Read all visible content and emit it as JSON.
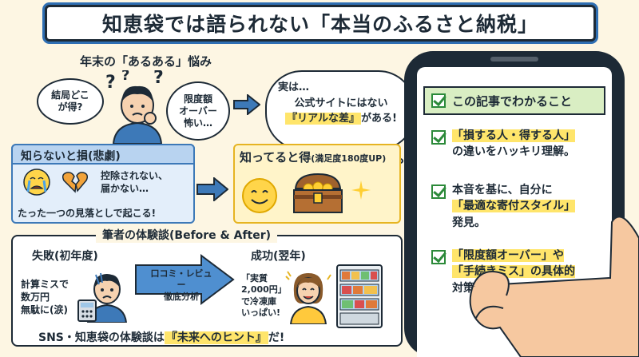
{
  "title": "知恵袋では語られない「本当のふるさと納税」",
  "worry": {
    "heading": "年末の「あるある」悩み",
    "bubble_left": [
      "結局どこ",
      "が得?"
    ],
    "bubble_right": [
      "限度額",
      "オーバー",
      "怖い…"
    ]
  },
  "cloud": {
    "line1": "実は…",
    "line2": "公式サイトにはない",
    "line3_highlight": "『リアルな差』",
    "line3_rest": "がある!"
  },
  "loss": {
    "title": "知らないと損(悲劇)",
    "text": [
      "控除されない、",
      "届かない…"
    ],
    "footer": "たった一つの見落としで起こる!"
  },
  "gain": {
    "title_main": "知ってると得",
    "title_sub": "(満足度180度UP)"
  },
  "experience": {
    "heading": "筆者の体験談(Before & After)",
    "fail_title": "失敗(初年度)",
    "fail_text": [
      "計算ミスで",
      "数万円",
      "無駄に(涙)"
    ],
    "arrow_text": [
      "口コミ・レビュー",
      "徹底分析"
    ],
    "success_title": "成功(翌年)",
    "success_text": [
      "「実質",
      "2,000円」",
      "で冷凍庫",
      "いっぱい!"
    ],
    "footer_pre": "SNS・知恵袋の体験談は",
    "footer_highlight": "『未来へのヒント』",
    "footer_post": "だ!"
  },
  "phone": {
    "header": "この記事でわかること",
    "items": [
      {
        "line1": "「損する人・得する人」",
        "line2": "の違いをハッキリ理解。"
      },
      {
        "line1": "本音を基に、自分に",
        "line2": "「最適な寄付スタイル」",
        "line3": "発見。"
      },
      {
        "line1": "「限度額オーバー」や",
        "line2": "「手続きミス」の具体的",
        "line3": "対策を習得。"
      }
    ]
  },
  "colors": {
    "blue": "#3d79b8",
    "yellow": "#ffe56b",
    "green": "#2c8a3a",
    "phone_header_bg": "#d9eec3"
  }
}
